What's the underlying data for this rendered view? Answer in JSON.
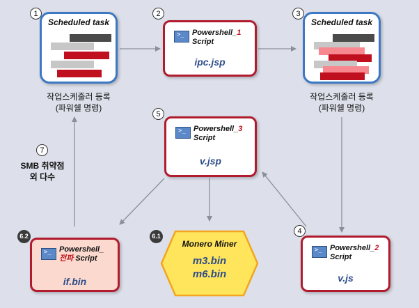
{
  "steps": {
    "s1": {
      "num": "1",
      "title": "Scheduled task",
      "caption1": "작업스케줄러 등록",
      "caption2": "(파워쉘 명령)"
    },
    "s2": {
      "num": "2",
      "head_prefix": "Powershell_",
      "head_num": "1",
      "head_suffix": "Script",
      "file": "ipc.jsp"
    },
    "s3": {
      "num": "3",
      "title": "Scheduled task",
      "caption1": "작업스케줄러 등록",
      "caption2": "(파워쉘 명령)"
    },
    "s4": {
      "num": "4",
      "head_prefix": "Powershell_",
      "head_num": "2",
      "head_suffix": "Script",
      "file": "v.js"
    },
    "s5": {
      "num": "5",
      "head_prefix": "Powershell_",
      "head_num": "3",
      "head_suffix": "Script",
      "file": "v.jsp"
    },
    "s61": {
      "num": "6.1",
      "title": "Monero Miner",
      "file1": "m3.bin",
      "file2": "m6.bin"
    },
    "s62": {
      "num": "6.2",
      "head_prefix": "Powershell_",
      "head_red": "전파",
      "head_suffix": "Script",
      "file": "if.bin"
    },
    "s7": {
      "num": "7",
      "caption1": "SMB 취약점",
      "caption2": "외 다수"
    }
  },
  "icons": {
    "powershell": "powershell-icon",
    "prompt": ">_"
  },
  "colors": {
    "background": "#dde0ea",
    "task_border": "#3c78c3",
    "ps_border": "#b01c2e",
    "miner_fill": "#ffe55c",
    "miner_border": "#f2a51f",
    "spread_fill": "#fbd9ce",
    "file_text": "#2f4d8a",
    "accent_red": "#c0151f"
  }
}
